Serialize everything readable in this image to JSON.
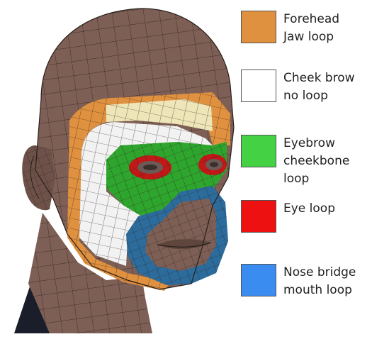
{
  "legend": [
    {
      "lines": [
        "Forehead",
        "Jaw loop"
      ],
      "color": "#e0913f"
    },
    {
      "lines": [
        "Cheek brow",
        "no loop"
      ],
      "color": "#ffffff"
    },
    {
      "lines": [
        "Eyebrow",
        "cheekbone",
        "loop"
      ],
      "color": "#44d144"
    },
    {
      "lines": [
        "Eye loop"
      ],
      "color": "#ee1111"
    },
    {
      "lines": [
        "Nose bridge",
        "mouth loop"
      ],
      "color": "#3a8cf0"
    }
  ],
  "colors": {
    "skin": "#7d5f55",
    "skin_dark": "#5f463d",
    "wire": "#2a1f1b",
    "orange": "#e0913f",
    "cream": "#eee6b8",
    "white": "#f2f2f2",
    "green": "#2ea62e",
    "red": "#c21818",
    "blue": "#2c6c9c",
    "neck_shadow": "#1a1e2a"
  }
}
